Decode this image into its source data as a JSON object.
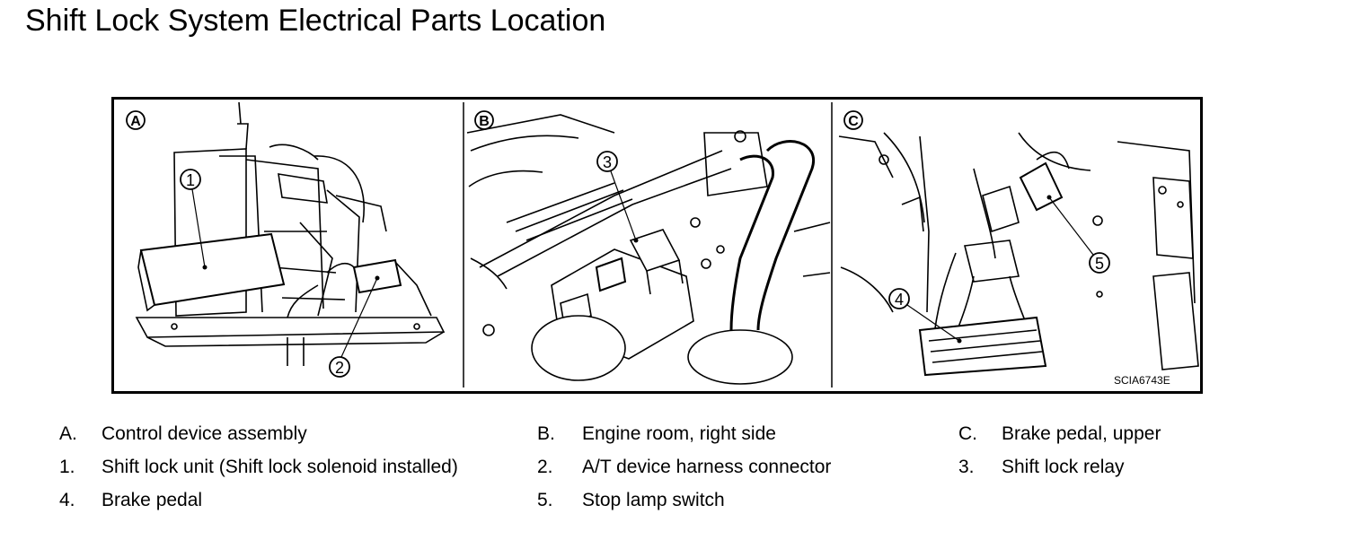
{
  "title": "Shift Lock System Electrical Parts Location",
  "panels": [
    {
      "id": "A",
      "callouts": [
        "1",
        "2"
      ]
    },
    {
      "id": "B",
      "callouts": [
        "3"
      ]
    },
    {
      "id": "C",
      "callouts": [
        "4",
        "5"
      ]
    }
  ],
  "figure_code": "SCIA6743E",
  "legend": [
    [
      {
        "key": "A.",
        "text": "Control device assembly"
      },
      {
        "key": "B.",
        "text": "Engine room, right side"
      },
      {
        "key": "C.",
        "text": "Brake pedal, upper"
      }
    ],
    [
      {
        "key": "1.",
        "text": "Shift lock unit (Shift lock solenoid installed)"
      },
      {
        "key": "2.",
        "text": "A/T device harness connector"
      },
      {
        "key": "3.",
        "text": "Shift lock relay"
      }
    ],
    [
      {
        "key": "4.",
        "text": "Brake pedal"
      },
      {
        "key": "5.",
        "text": "Stop lamp switch"
      }
    ]
  ]
}
